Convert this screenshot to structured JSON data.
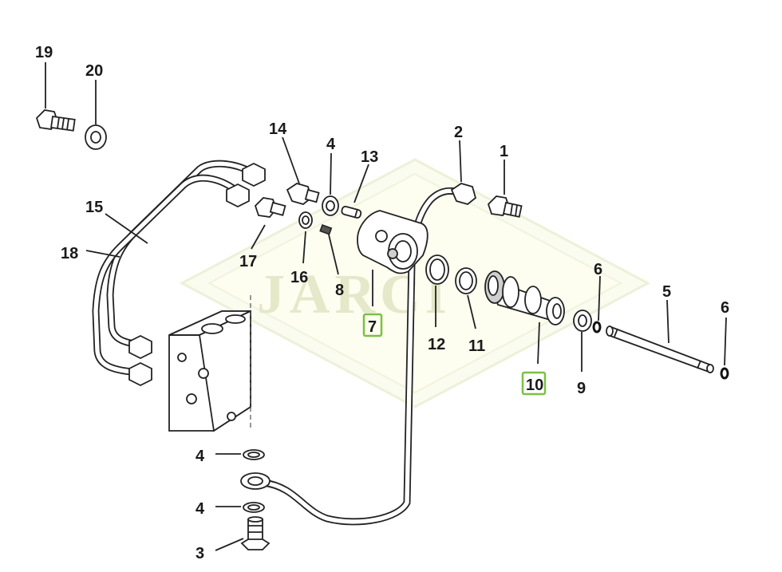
{
  "watermark": "JARCI",
  "callouts": [
    {
      "id": "c19",
      "text": "19"
    },
    {
      "id": "c20",
      "text": "20"
    },
    {
      "id": "c14",
      "text": "14"
    },
    {
      "id": "c4a",
      "text": "4"
    },
    {
      "id": "c13",
      "text": "13"
    },
    {
      "id": "c2",
      "text": "2"
    },
    {
      "id": "c1",
      "text": "1"
    },
    {
      "id": "c15",
      "text": "15"
    },
    {
      "id": "c18",
      "text": "18"
    },
    {
      "id": "c17",
      "text": "17"
    },
    {
      "id": "c16",
      "text": "16"
    },
    {
      "id": "c8",
      "text": "8"
    },
    {
      "id": "c7",
      "text": "7",
      "highlighted": true
    },
    {
      "id": "c12",
      "text": "12"
    },
    {
      "id": "c11",
      "text": "11"
    },
    {
      "id": "c10",
      "text": "10",
      "highlighted": true
    },
    {
      "id": "c6a",
      "text": "6"
    },
    {
      "id": "c9",
      "text": "9"
    },
    {
      "id": "c5",
      "text": "5"
    },
    {
      "id": "c6b",
      "text": "6"
    },
    {
      "id": "c4b",
      "text": "4"
    },
    {
      "id": "c4c",
      "text": "4"
    },
    {
      "id": "c3",
      "text": "3"
    }
  ],
  "colors": {
    "highlight": "#7bc043",
    "watermark": "#e5e8c9",
    "line": "#222222"
  }
}
